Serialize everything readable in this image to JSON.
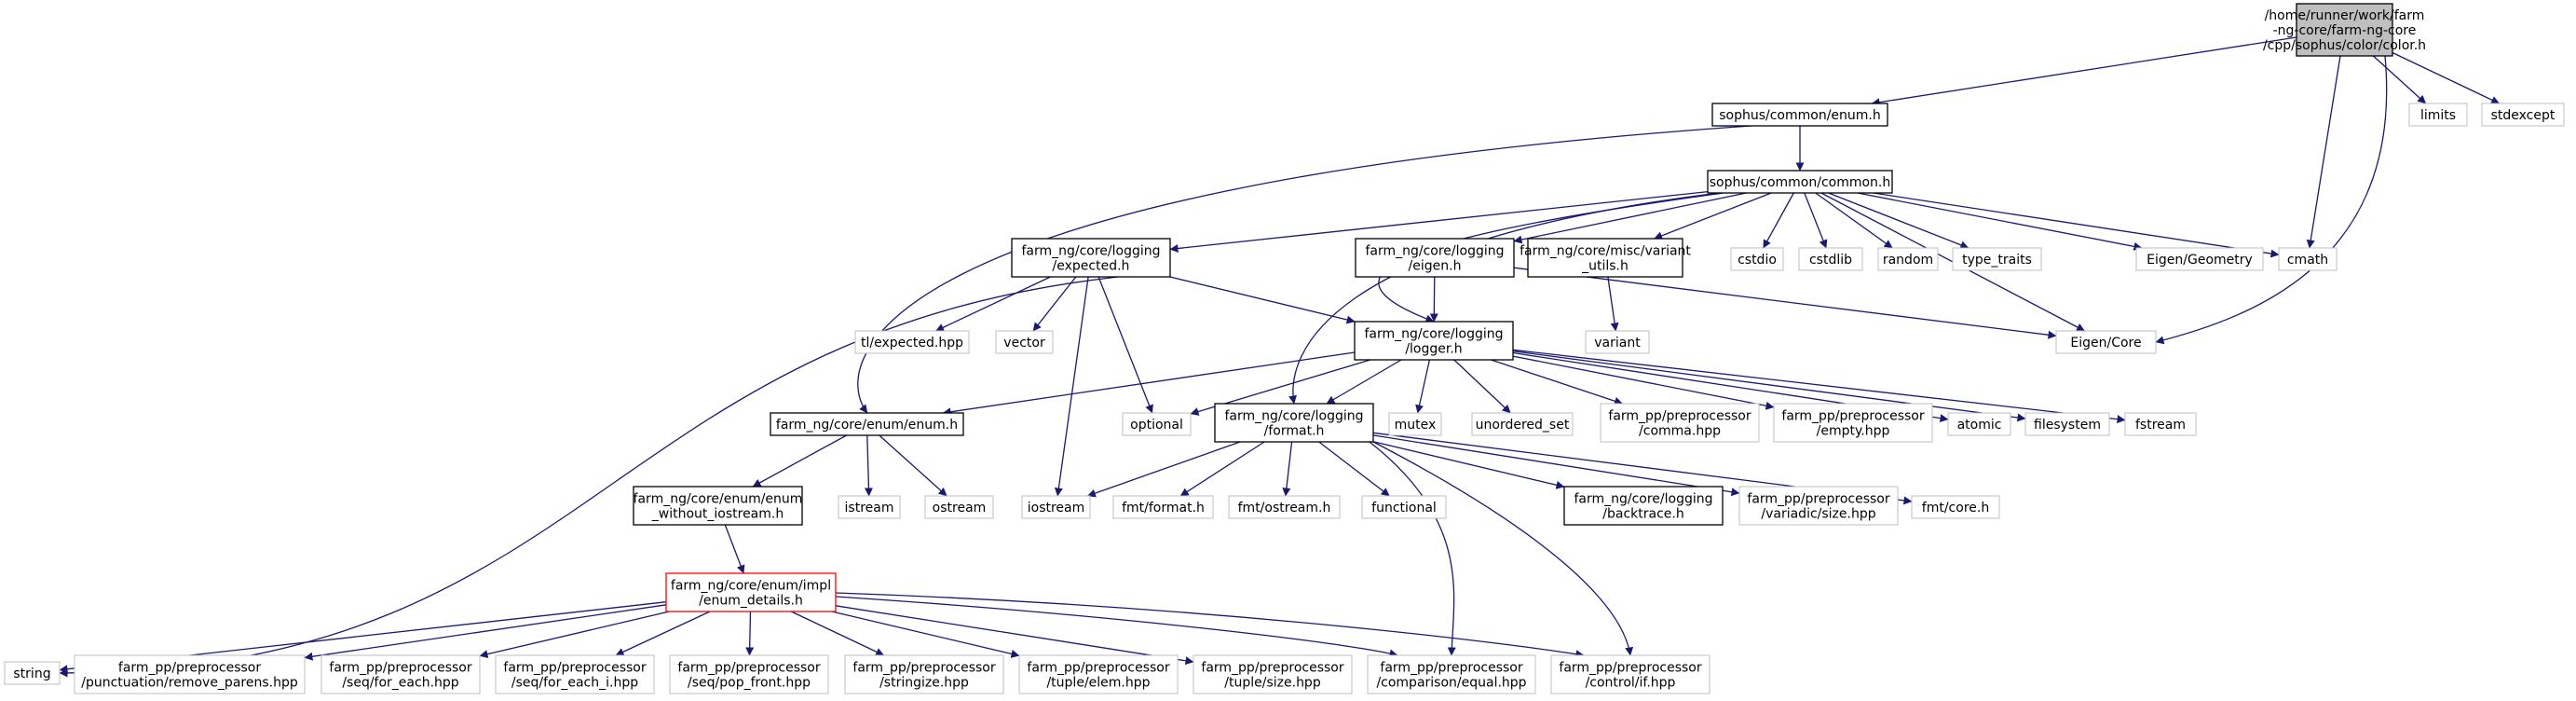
{
  "graph": {
    "root": "color",
    "nodes": [
      {
        "id": "color",
        "lines": [
          "/home/runner/work/farm",
          "-ng-core/farm-ng-core",
          "/cpp/sophus/color/color.h"
        ],
        "style": "root"
      },
      {
        "id": "enum_h",
        "lines": [
          "sophus/common/enum.h"
        ],
        "style": "documented"
      },
      {
        "id": "limits",
        "lines": [
          "limits"
        ],
        "style": "external"
      },
      {
        "id": "stdexcept",
        "lines": [
          "stdexcept"
        ],
        "style": "external"
      },
      {
        "id": "cmath",
        "lines": [
          "cmath"
        ],
        "style": "external"
      },
      {
        "id": "eigen_core",
        "lines": [
          "Eigen/Core"
        ],
        "style": "external"
      },
      {
        "id": "common_h",
        "lines": [
          "sophus/common/common.h"
        ],
        "style": "documented"
      },
      {
        "id": "core_enum",
        "lines": [
          "farm_ng/core/enum/enum.h"
        ],
        "style": "documented"
      },
      {
        "id": "expected_h",
        "lines": [
          "farm_ng/core/logging",
          "/expected.h"
        ],
        "style": "documented"
      },
      {
        "id": "format_h",
        "lines": [
          "farm_ng/core/logging",
          "/format.h"
        ],
        "style": "documented"
      },
      {
        "id": "logger_h",
        "lines": [
          "farm_ng/core/logging",
          "/logger.h"
        ],
        "style": "documented"
      },
      {
        "id": "eigen_h",
        "lines": [
          "farm_ng/core/logging",
          "/eigen.h"
        ],
        "style": "documented"
      },
      {
        "id": "variant_utils",
        "lines": [
          "farm_ng/core/misc/variant",
          "_utils.h"
        ],
        "style": "documented"
      },
      {
        "id": "cstdio",
        "lines": [
          "cstdio"
        ],
        "style": "external"
      },
      {
        "id": "cstdlib",
        "lines": [
          "cstdlib"
        ],
        "style": "external"
      },
      {
        "id": "random",
        "lines": [
          "random"
        ],
        "style": "external"
      },
      {
        "id": "type_traits",
        "lines": [
          "type_traits"
        ],
        "style": "external"
      },
      {
        "id": "eigen_geometry",
        "lines": [
          "Eigen/Geometry"
        ],
        "style": "external"
      },
      {
        "id": "string",
        "lines": [
          "string"
        ],
        "style": "external"
      },
      {
        "id": "tl_expected",
        "lines": [
          "tl/expected.hpp"
        ],
        "style": "external"
      },
      {
        "id": "vector",
        "lines": [
          "vector"
        ],
        "style": "external"
      },
      {
        "id": "optional",
        "lines": [
          "optional"
        ],
        "style": "external"
      },
      {
        "id": "iostream",
        "lines": [
          "iostream"
        ],
        "style": "external"
      },
      {
        "id": "variant",
        "lines": [
          "variant"
        ],
        "style": "external"
      },
      {
        "id": "mutex",
        "lines": [
          "mutex"
        ],
        "style": "external"
      },
      {
        "id": "unordered_set",
        "lines": [
          "unordered_set"
        ],
        "style": "external"
      },
      {
        "id": "comma_hpp",
        "lines": [
          "farm_pp/preprocessor",
          "/comma.hpp"
        ],
        "style": "external"
      },
      {
        "id": "empty_hpp",
        "lines": [
          "farm_pp/preprocessor",
          "/empty.hpp"
        ],
        "style": "external"
      },
      {
        "id": "atomic",
        "lines": [
          "atomic"
        ],
        "style": "external"
      },
      {
        "id": "filesystem",
        "lines": [
          "filesystem"
        ],
        "style": "external"
      },
      {
        "id": "fstream",
        "lines": [
          "fstream"
        ],
        "style": "external"
      },
      {
        "id": "enum_wo_iostream",
        "lines": [
          "farm_ng/core/enum/enum",
          "_without_iostream.h"
        ],
        "style": "documented"
      },
      {
        "id": "istream",
        "lines": [
          "istream"
        ],
        "style": "external"
      },
      {
        "id": "ostream",
        "lines": [
          "ostream"
        ],
        "style": "external"
      },
      {
        "id": "fmt_format",
        "lines": [
          "fmt/format.h"
        ],
        "style": "external"
      },
      {
        "id": "fmt_ostream",
        "lines": [
          "fmt/ostream.h"
        ],
        "style": "external"
      },
      {
        "id": "functional",
        "lines": [
          "functional"
        ],
        "style": "external"
      },
      {
        "id": "backtrace_h",
        "lines": [
          "farm_ng/core/logging",
          "/backtrace.h"
        ],
        "style": "documented"
      },
      {
        "id": "size_variadic",
        "lines": [
          "farm_pp/preprocessor",
          "/variadic/size.hpp"
        ],
        "style": "external"
      },
      {
        "id": "fmt_core",
        "lines": [
          "fmt/core.h"
        ],
        "style": "external"
      },
      {
        "id": "enum_details",
        "lines": [
          "farm_ng/core/enum/impl",
          "/enum_details.h"
        ],
        "style": "truncated"
      },
      {
        "id": "remove_parens",
        "lines": [
          "farm_pp/preprocessor",
          "/punctuation/remove_parens.hpp"
        ],
        "style": "external"
      },
      {
        "id": "for_each",
        "lines": [
          "farm_pp/preprocessor",
          "/seq/for_each.hpp"
        ],
        "style": "external"
      },
      {
        "id": "for_each_i",
        "lines": [
          "farm_pp/preprocessor",
          "/seq/for_each_i.hpp"
        ],
        "style": "external"
      },
      {
        "id": "pop_front",
        "lines": [
          "farm_pp/preprocessor",
          "/seq/pop_front.hpp"
        ],
        "style": "external"
      },
      {
        "id": "stringize",
        "lines": [
          "farm_pp/preprocessor",
          "/stringize.hpp"
        ],
        "style": "external"
      },
      {
        "id": "tuple_elem",
        "lines": [
          "farm_pp/preprocessor",
          "/tuple/elem.hpp"
        ],
        "style": "external"
      },
      {
        "id": "tuple_size",
        "lines": [
          "farm_pp/preprocessor",
          "/tuple/size.hpp"
        ],
        "style": "external"
      },
      {
        "id": "comparison_equal",
        "lines": [
          "farm_pp/preprocessor",
          "/comparison/equal.hpp"
        ],
        "style": "external"
      },
      {
        "id": "control_if",
        "lines": [
          "farm_pp/preprocessor",
          "/control/if.hpp"
        ],
        "style": "external"
      }
    ],
    "edges": [
      [
        "color",
        "enum_h"
      ],
      [
        "color",
        "limits"
      ],
      [
        "color",
        "stdexcept"
      ],
      [
        "color",
        "cmath"
      ],
      [
        "color",
        "eigen_core"
      ],
      [
        "enum_h",
        "common_h"
      ],
      [
        "enum_h",
        "core_enum"
      ],
      [
        "common_h",
        "expected_h"
      ],
      [
        "common_h",
        "format_h"
      ],
      [
        "common_h",
        "logger_h"
      ],
      [
        "common_h",
        "eigen_h"
      ],
      [
        "common_h",
        "variant_utils"
      ],
      [
        "common_h",
        "cstdio"
      ],
      [
        "common_h",
        "cstdlib"
      ],
      [
        "common_h",
        "random"
      ],
      [
        "common_h",
        "type_traits"
      ],
      [
        "common_h",
        "eigen_geometry"
      ],
      [
        "common_h",
        "cmath"
      ],
      [
        "common_h",
        "eigen_core"
      ],
      [
        "expected_h",
        "logger_h"
      ],
      [
        "expected_h",
        "string"
      ],
      [
        "expected_h",
        "tl_expected"
      ],
      [
        "expected_h",
        "vector"
      ],
      [
        "expected_h",
        "optional"
      ],
      [
        "expected_h",
        "iostream"
      ],
      [
        "eigen_h",
        "logger_h"
      ],
      [
        "eigen_h",
        "eigen_core"
      ],
      [
        "variant_utils",
        "variant"
      ],
      [
        "logger_h",
        "core_enum"
      ],
      [
        "logger_h",
        "optional"
      ],
      [
        "logger_h",
        "format_h"
      ],
      [
        "logger_h",
        "mutex"
      ],
      [
        "logger_h",
        "unordered_set"
      ],
      [
        "logger_h",
        "comma_hpp"
      ],
      [
        "logger_h",
        "empty_hpp"
      ],
      [
        "logger_h",
        "atomic"
      ],
      [
        "logger_h",
        "filesystem"
      ],
      [
        "logger_h",
        "fstream"
      ],
      [
        "core_enum",
        "enum_wo_iostream"
      ],
      [
        "core_enum",
        "istream"
      ],
      [
        "core_enum",
        "ostream"
      ],
      [
        "format_h",
        "iostream"
      ],
      [
        "format_h",
        "fmt_format"
      ],
      [
        "format_h",
        "fmt_ostream"
      ],
      [
        "format_h",
        "functional"
      ],
      [
        "format_h",
        "backtrace_h"
      ],
      [
        "format_h",
        "size_variadic"
      ],
      [
        "format_h",
        "fmt_core"
      ],
      [
        "format_h",
        "comparison_equal"
      ],
      [
        "format_h",
        "control_if"
      ],
      [
        "enum_wo_iostream",
        "enum_details"
      ],
      [
        "enum_details",
        "string"
      ],
      [
        "enum_details",
        "remove_parens"
      ],
      [
        "enum_details",
        "for_each"
      ],
      [
        "enum_details",
        "for_each_i"
      ],
      [
        "enum_details",
        "pop_front"
      ],
      [
        "enum_details",
        "stringize"
      ],
      [
        "enum_details",
        "tuple_elem"
      ],
      [
        "enum_details",
        "tuple_size"
      ],
      [
        "enum_details",
        "comparison_equal"
      ],
      [
        "enum_details",
        "control_if"
      ]
    ]
  },
  "colors": {
    "edge": "#191970",
    "documented_border": "#000000",
    "external_border": "#bfbfbf",
    "truncated_border": "#ff0000",
    "root_fill": "#bfbfbf",
    "node_fill": "#ffffff",
    "text": "#000000"
  }
}
